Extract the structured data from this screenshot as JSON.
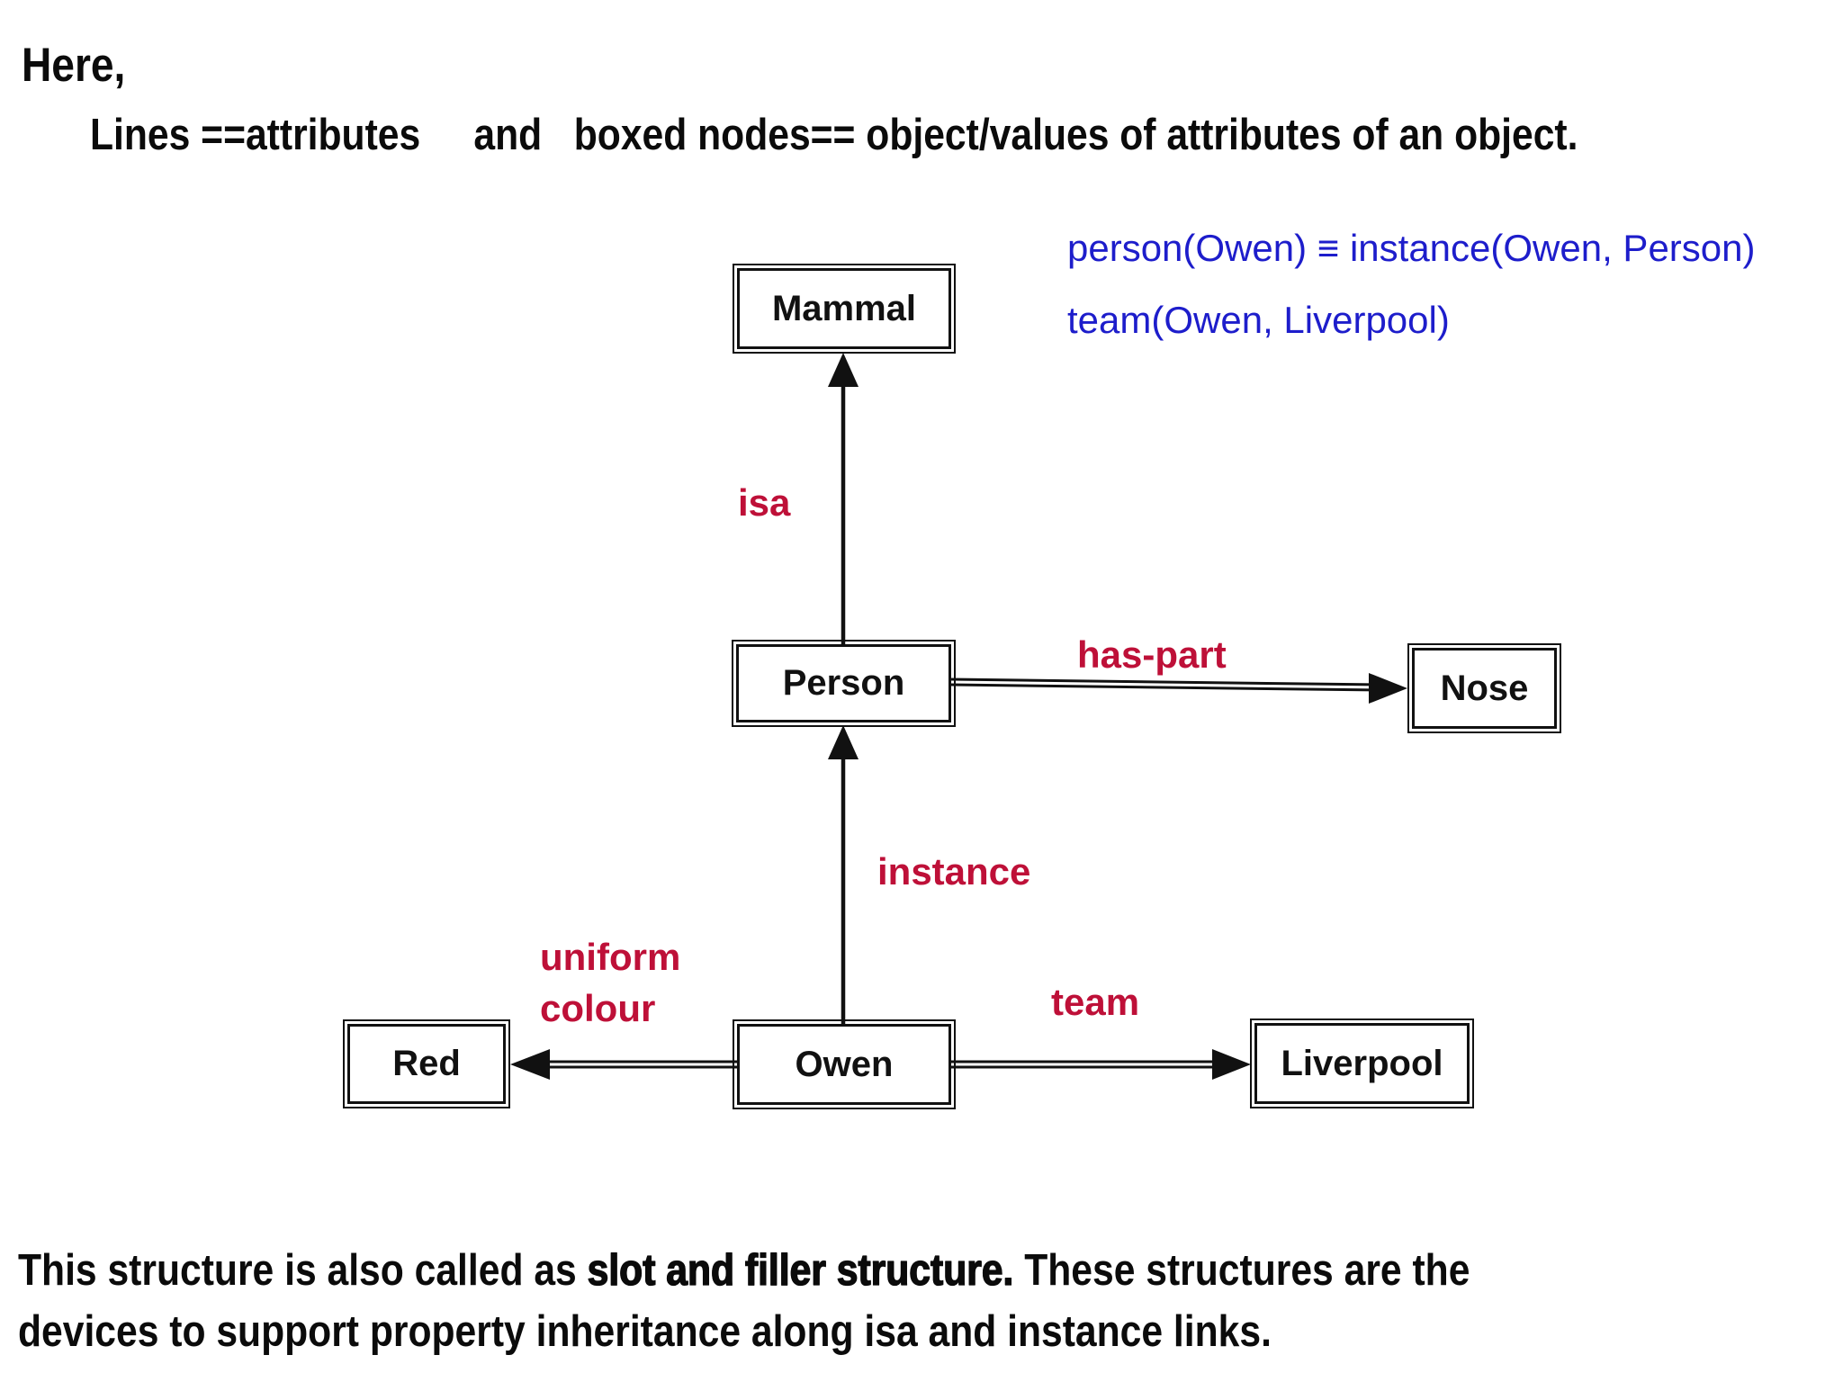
{
  "header": {
    "line1": "Here,",
    "line2": "Lines ==attributes     and   boxed nodes== object/values of attributes of an object."
  },
  "annotations": {
    "formula_1": "person(Owen) ≡ instance(Owen, Person)",
    "formula_2": "team(Owen, Liverpool)",
    "text_color": "#1d1dcb"
  },
  "diagram": {
    "label_color": "#be1038",
    "node_border_color": "#111111",
    "nodes": [
      {
        "id": "mammal",
        "label": "Mammal"
      },
      {
        "id": "person",
        "label": "Person"
      },
      {
        "id": "nose",
        "label": "Nose"
      },
      {
        "id": "red",
        "label": "Red"
      },
      {
        "id": "owen",
        "label": "Owen"
      },
      {
        "id": "liverpool",
        "label": "Liverpool"
      }
    ],
    "edges": [
      {
        "label": "isa",
        "from": "Person",
        "to": "Mammal"
      },
      {
        "label": "has-part",
        "from": "Person",
        "to": "Nose"
      },
      {
        "label": "instance",
        "from": "Owen",
        "to": "Person"
      },
      {
        "label": "uniform colour",
        "from": "Owen",
        "to": "Red"
      },
      {
        "label": "team",
        "from": "Owen",
        "to": "Liverpool"
      }
    ]
  },
  "footer": {
    "line1_start": "This structure is also called as ",
    "line1_bold": "slot and filler structure.",
    "line1_end": " These structures are the",
    "line2": "devices to support property inheritance along isa and instance links."
  }
}
